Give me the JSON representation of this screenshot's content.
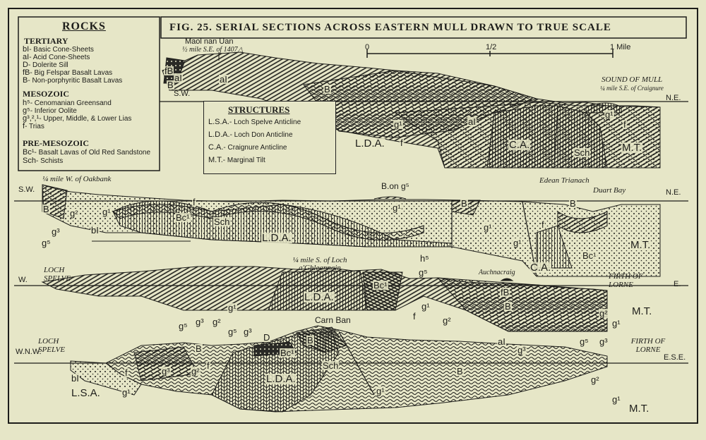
{
  "figure": {
    "title": "FIG. 25. SERIAL SECTIONS ACROSS EASTERN MULL DRAWN TO TRUE SCALE",
    "scale_labels": [
      "0",
      "1/2",
      "1 Mile"
    ],
    "colors": {
      "paper": "#e6e6c7",
      "ink": "#1d1d1a"
    }
  },
  "legend": {
    "heading": "ROCKS",
    "tertiary_heading": "TERTIARY",
    "tertiary": [
      {
        "sym": "bI",
        "desc": "- Basic Cone-Sheets"
      },
      {
        "sym": "aI",
        "desc": "- Acid Cone-Sheets"
      },
      {
        "sym": "D",
        "desc": "- Dolerite Sill"
      },
      {
        "sym": "fB",
        "desc": "- Big Felspar Basalt Lavas"
      },
      {
        "sym": "B",
        "desc": "- Non-porphyritic Basalt Lavas"
      }
    ],
    "mesozoic_heading": "MESOZOIC",
    "mesozoic": [
      {
        "sym": "h⁵",
        "desc": "- Cenomanian Greensand"
      },
      {
        "sym": "g⁵",
        "desc": "- Inferior Oolite"
      },
      {
        "sym": "g³,²,¹",
        "desc": "- Upper, Middle, & Lower Lias"
      },
      {
        "sym": "f",
        "desc": "- Trias"
      }
    ],
    "premesozoic_heading": "PRE-MESOZOIC",
    "premesozoic": [
      {
        "sym": "Bc¹",
        "desc": "- Basalt Lavas of Old Red Sandstone"
      },
      {
        "sym": "Sch",
        "desc": "- Schists"
      }
    ]
  },
  "structures": {
    "heading": "STRUCTURES",
    "items": [
      {
        "abbr": "L.S.A.",
        "desc": "- Loch Spelve Anticline"
      },
      {
        "abbr": "L.D.A.",
        "desc": "- Loch Don Anticline"
      },
      {
        "abbr": "C.A.",
        "desc": "- Craignure Anticline"
      },
      {
        "abbr": "M.T.",
        "desc": "- Marginal Tilt"
      }
    ]
  },
  "section1": {
    "place": "Maol nan Uan",
    "note": "½ mile S.E. of 1407△",
    "sw": "S.W.",
    "ne": "N.E.",
    "sea": "SOUND OF MULL",
    "sea_note": "¼ mile S.E. of Craignure",
    "labels": [
      "aI",
      "B",
      "g¹",
      "aI",
      "f",
      "L.D.A.",
      "C.A.",
      "Sch",
      "M.T.",
      "f",
      "g¹",
      "aI",
      "fB",
      "B"
    ]
  },
  "section2": {
    "place": "¼ mile W. of Oakbank",
    "sw": "S.W.",
    "ne": "N.E.",
    "top_note": "B.on g⁵",
    "place2": "Edean Trianach",
    "place3": "Duart Bay",
    "labels": [
      "B",
      "g²",
      "g¹",
      "g³",
      "bI",
      "g⁵",
      "Bc¹",
      "Sch",
      "f",
      "g¹",
      "L.D.A.",
      "B",
      "g¹",
      "f",
      "B",
      "Bc¹",
      "M.T.",
      "C.A.",
      "g¹"
    ]
  },
  "section3": {
    "place": "¼ mile S. of Loch a'Ghleannain",
    "w": "W.",
    "e": "E.",
    "loch": "LOCH SPELVE",
    "firth": "FIRTH OF LORNE",
    "place2": "Auchnacraig",
    "labels": [
      "g¹",
      "L.D.A.",
      "Bc¹",
      "h⁵",
      "g⁵",
      "fB",
      "B",
      "g¹",
      "f",
      "g²",
      "g⁵",
      "g³",
      "g²",
      "M.T.",
      "g²",
      "g¹"
    ]
  },
  "section4": {
    "place": "Carn Ban",
    "wnw": "W.N.W.",
    "ese": "E.S.E.",
    "loch": "LOCH SPELVE",
    "firth": "FIRTH OF LORNE",
    "labels": [
      "g⁵",
      "g³",
      "D",
      "B",
      "B",
      "Bc¹",
      "f",
      "g³",
      "g²",
      "bI",
      "L.S.A.",
      "g¹",
      "f",
      "Sch",
      "L.D.A.",
      "B",
      "aI",
      "g³",
      "g⁵",
      "g³",
      "g²",
      "g¹",
      "M.T.",
      "g¹"
    ]
  }
}
